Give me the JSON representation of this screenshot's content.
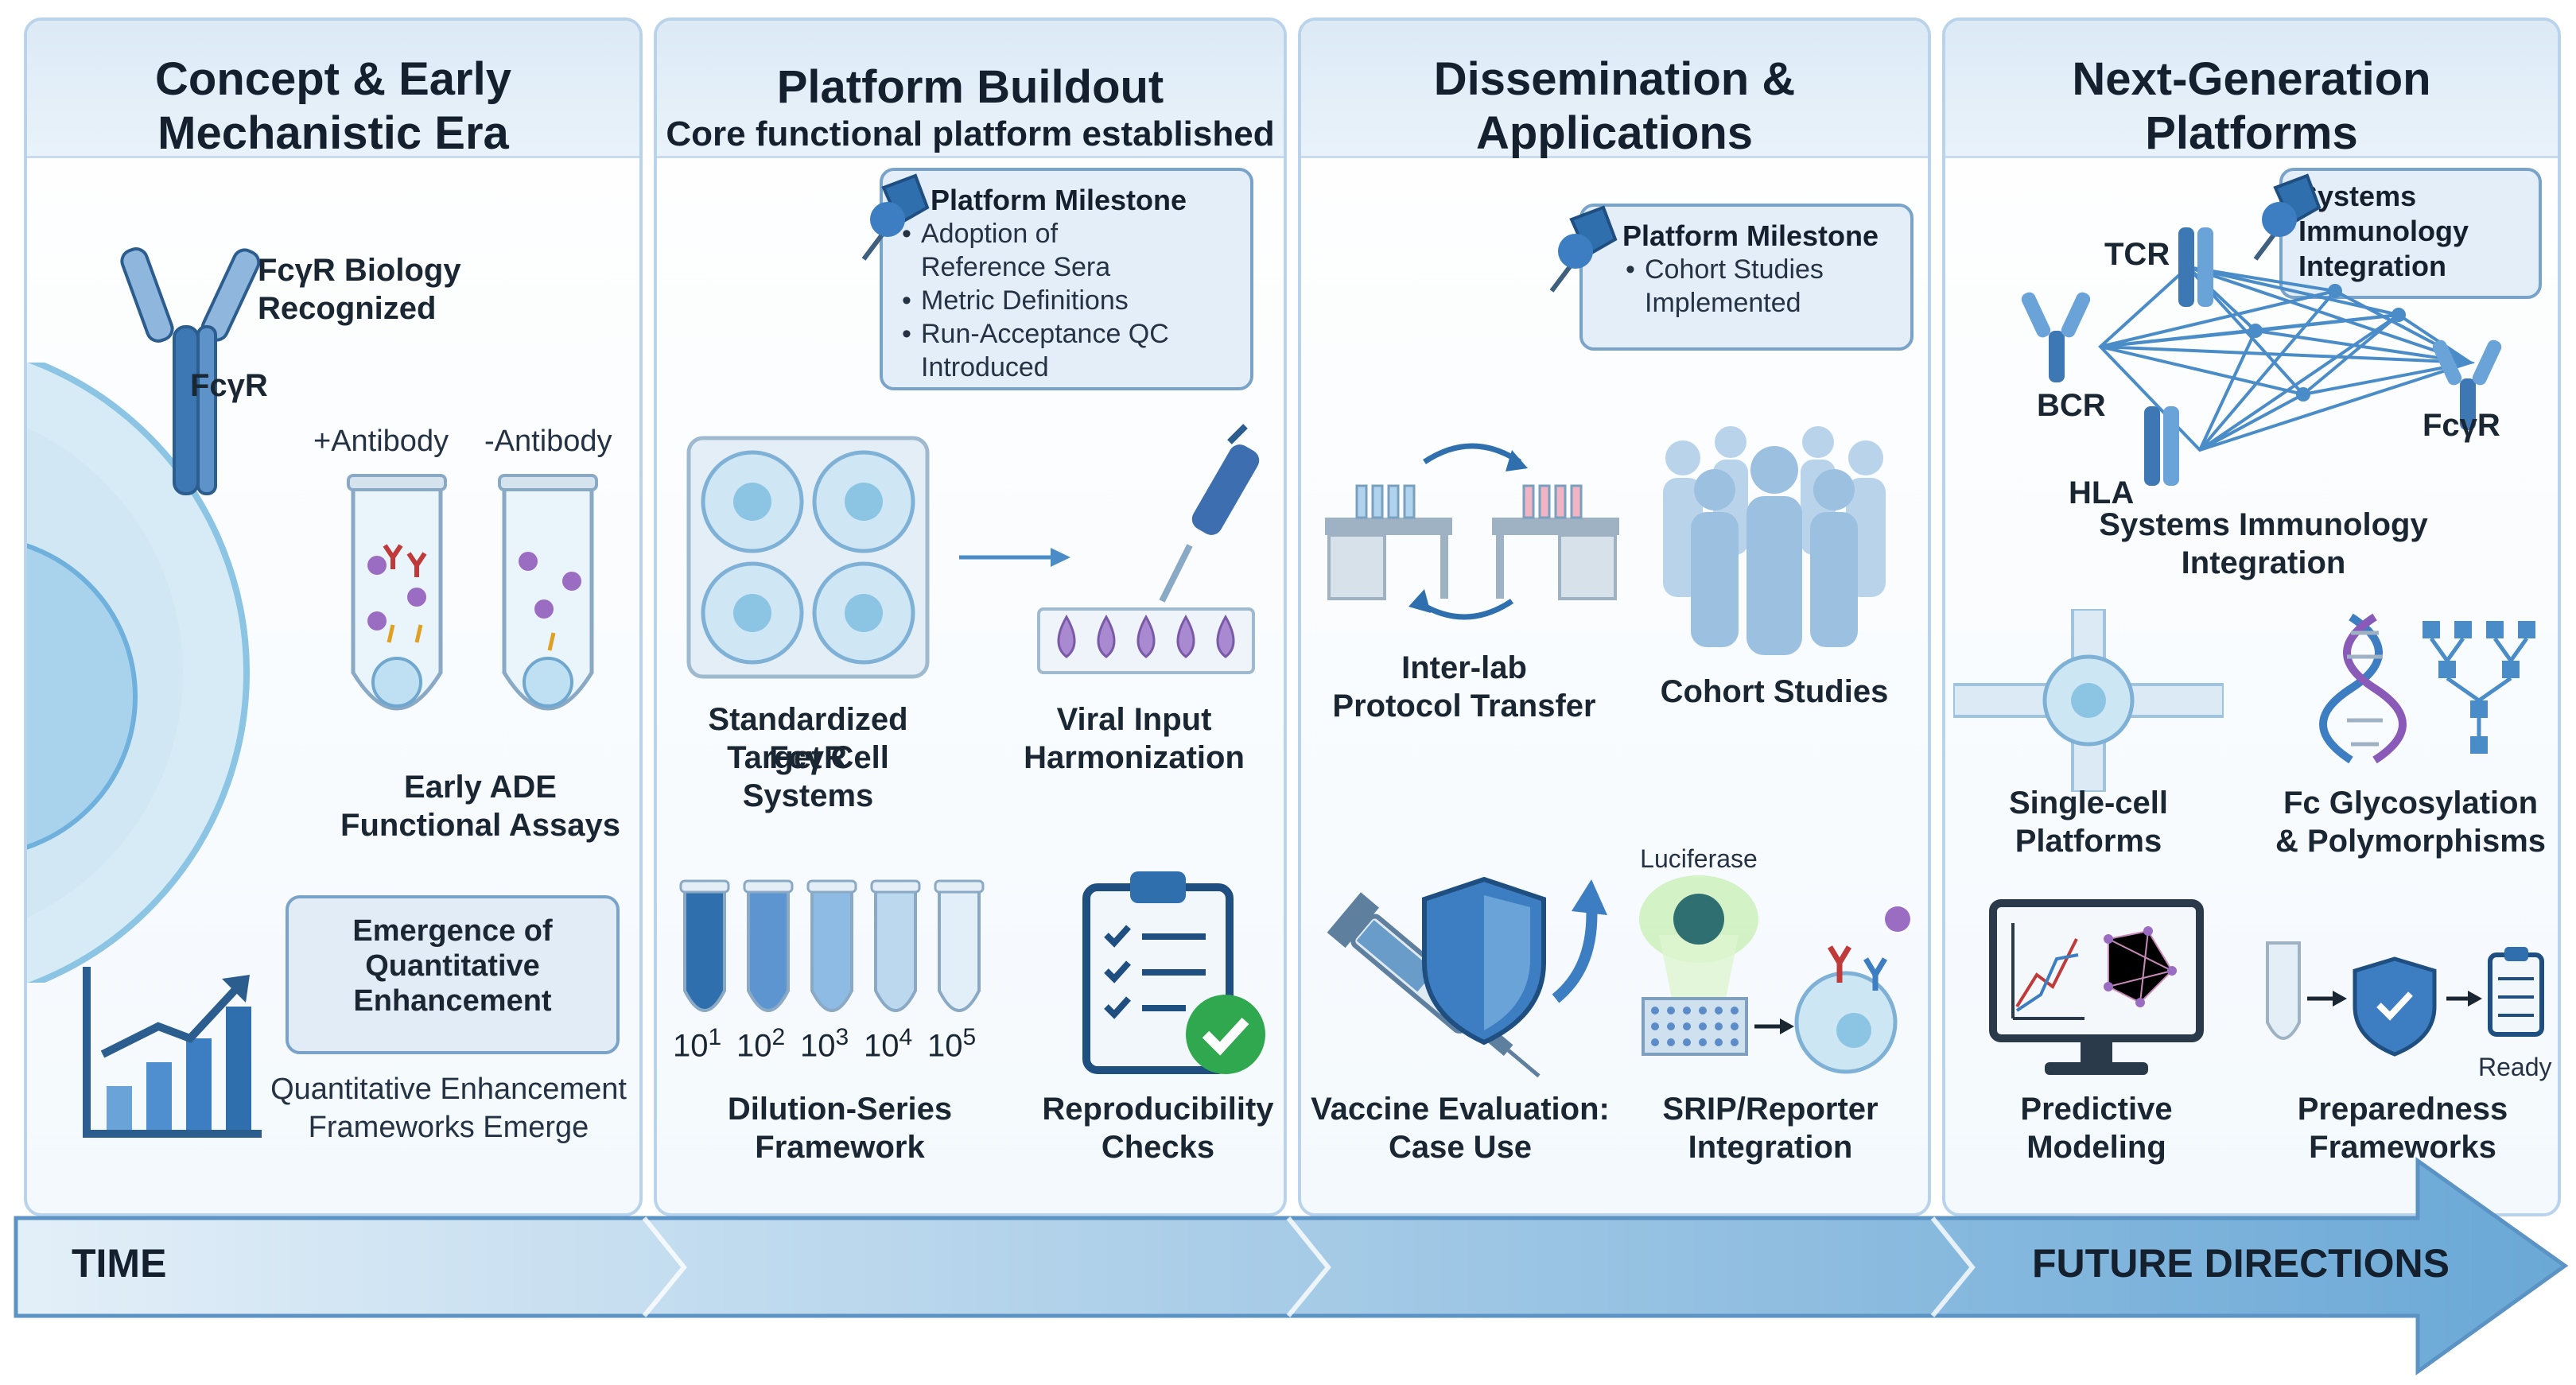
{
  "panels": [
    {
      "title_line1": "Concept & Early",
      "title_line2": "Mechanistic Era",
      "receptor_title_line1": "FcγR Biology",
      "receptor_title_line2": "Recognized",
      "receptor_label": "FcγR",
      "tube_plus": "+Antibody",
      "tube_minus": "-Antibody",
      "assay_line1": "Early ADE",
      "assay_line2": "Functional Assays",
      "callout_line1": "Emergence of",
      "callout_line2": "Quantitative",
      "callout_line3": "Enhancement",
      "framework_line1": "Quantitative Enhancement",
      "framework_line2": "Frameworks Emerge"
    },
    {
      "title": "Platform Buildout",
      "subtitle": "Core functional platform established",
      "milestone_title": "Platform Milestone",
      "milestone_items": [
        "Adoption of",
        "Metric Definitions",
        "Run-Acceptance QC"
      ],
      "milestone_cont": [
        "Reference Sera",
        "Introduced"
      ],
      "cells_line1": "Standardized FcγR",
      "cells_line2": "Target Cell",
      "cells_line3": "Systems",
      "viral_line1": "Viral Input",
      "viral_line2": "Harmonization",
      "dilution_bases": [
        "10",
        "10",
        "10",
        "10",
        "10"
      ],
      "dilution_exps": [
        "1",
        "2",
        "3",
        "4",
        "5"
      ],
      "dilution_line1": "Dilution-Series",
      "dilution_line2": "Framework",
      "repro_line1": "Reproducibility",
      "repro_line2": "Checks"
    },
    {
      "title_line1": "Dissemination &",
      "title_line2": "Applications",
      "milestone_title": "Platform Milestone",
      "milestone_item": "Cohort Studies",
      "milestone_cont": "Implemented",
      "transfer_line1": "Inter-lab",
      "transfer_line2": "Protocol Transfer",
      "cohort_label": "Cohort Studies",
      "vaccine_line1": "Vaccine Evaluation:",
      "vaccine_line2": "Case Use",
      "luciferase": "Luciferase",
      "srip_line1": "SRIP/Reporter",
      "srip_line2": "Integration"
    },
    {
      "title_line1": "Next-Generation",
      "title_line2": "Platforms",
      "callout_line1": "Systems",
      "callout_line2": "Immunology",
      "callout_line3": "Integration",
      "tcr": "TCR",
      "bcr": "BCR",
      "fcgr": "FcγR",
      "hla": "HLA",
      "network_line1": "Systems Immunology",
      "network_line2": "Integration",
      "singlecell_line1": "Single-cell",
      "singlecell_line2": "Platforms",
      "glyco_line1": "Fc Glycosylation",
      "glyco_line2": "& Polymorphisms",
      "predictive_line1": "Predictive",
      "predictive_line2": "Modeling",
      "ready": "Ready",
      "prep_line1": "Preparedness",
      "prep_line2": "Frameworks"
    }
  ],
  "timeline": {
    "start": "TIME",
    "end": "FUTURE DIRECTIONS"
  }
}
